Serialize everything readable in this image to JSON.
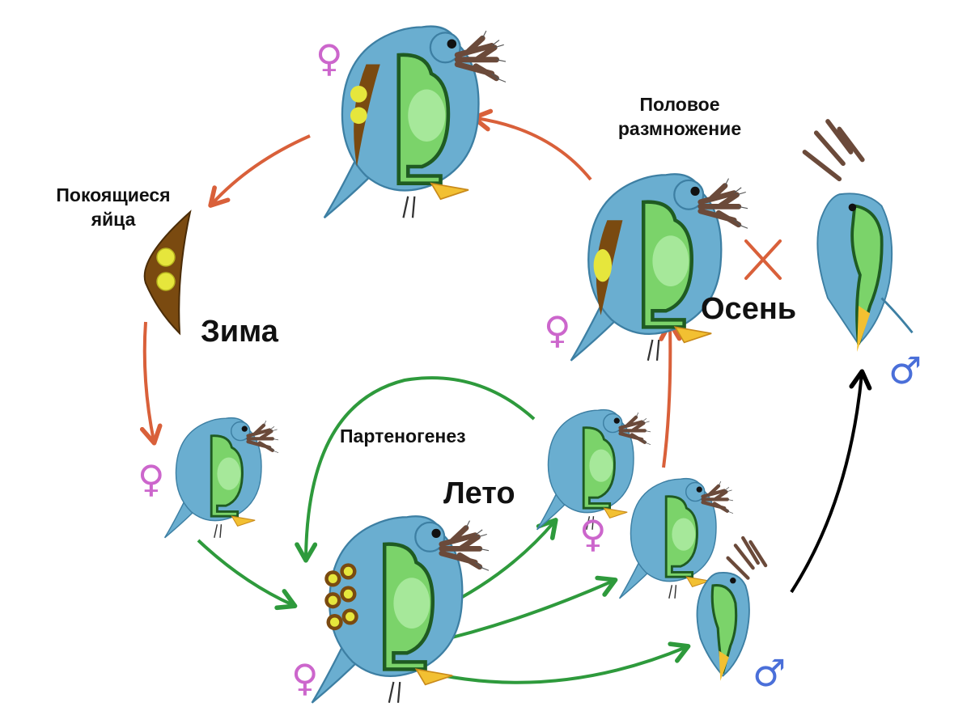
{
  "labels": {
    "resting_eggs_line1": "Покоящиеся",
    "resting_eggs_line2": "яйца",
    "winter": "Зима",
    "parthenogenesis": "Партеногенез",
    "summer": "Лето",
    "sexual_line1": "Половое",
    "sexual_line2": "размножение",
    "autumn": "Осень"
  },
  "symbols": {
    "female": "♀",
    "male": "♂",
    "cross": "✕"
  },
  "colors": {
    "orange_arrow": "#d9603a",
    "green_arrow": "#2e9a3c",
    "black_arrow": "#000000",
    "female_symbol": "#cc66cc",
    "male_symbol": "#4a6fd9",
    "body_blue": "#6aaed0",
    "gut_green": "#7bd36a",
    "egg_brown": "#7a4a10",
    "egg_yellow": "#e6e63c",
    "beak_yellow": "#f2c032"
  }
}
